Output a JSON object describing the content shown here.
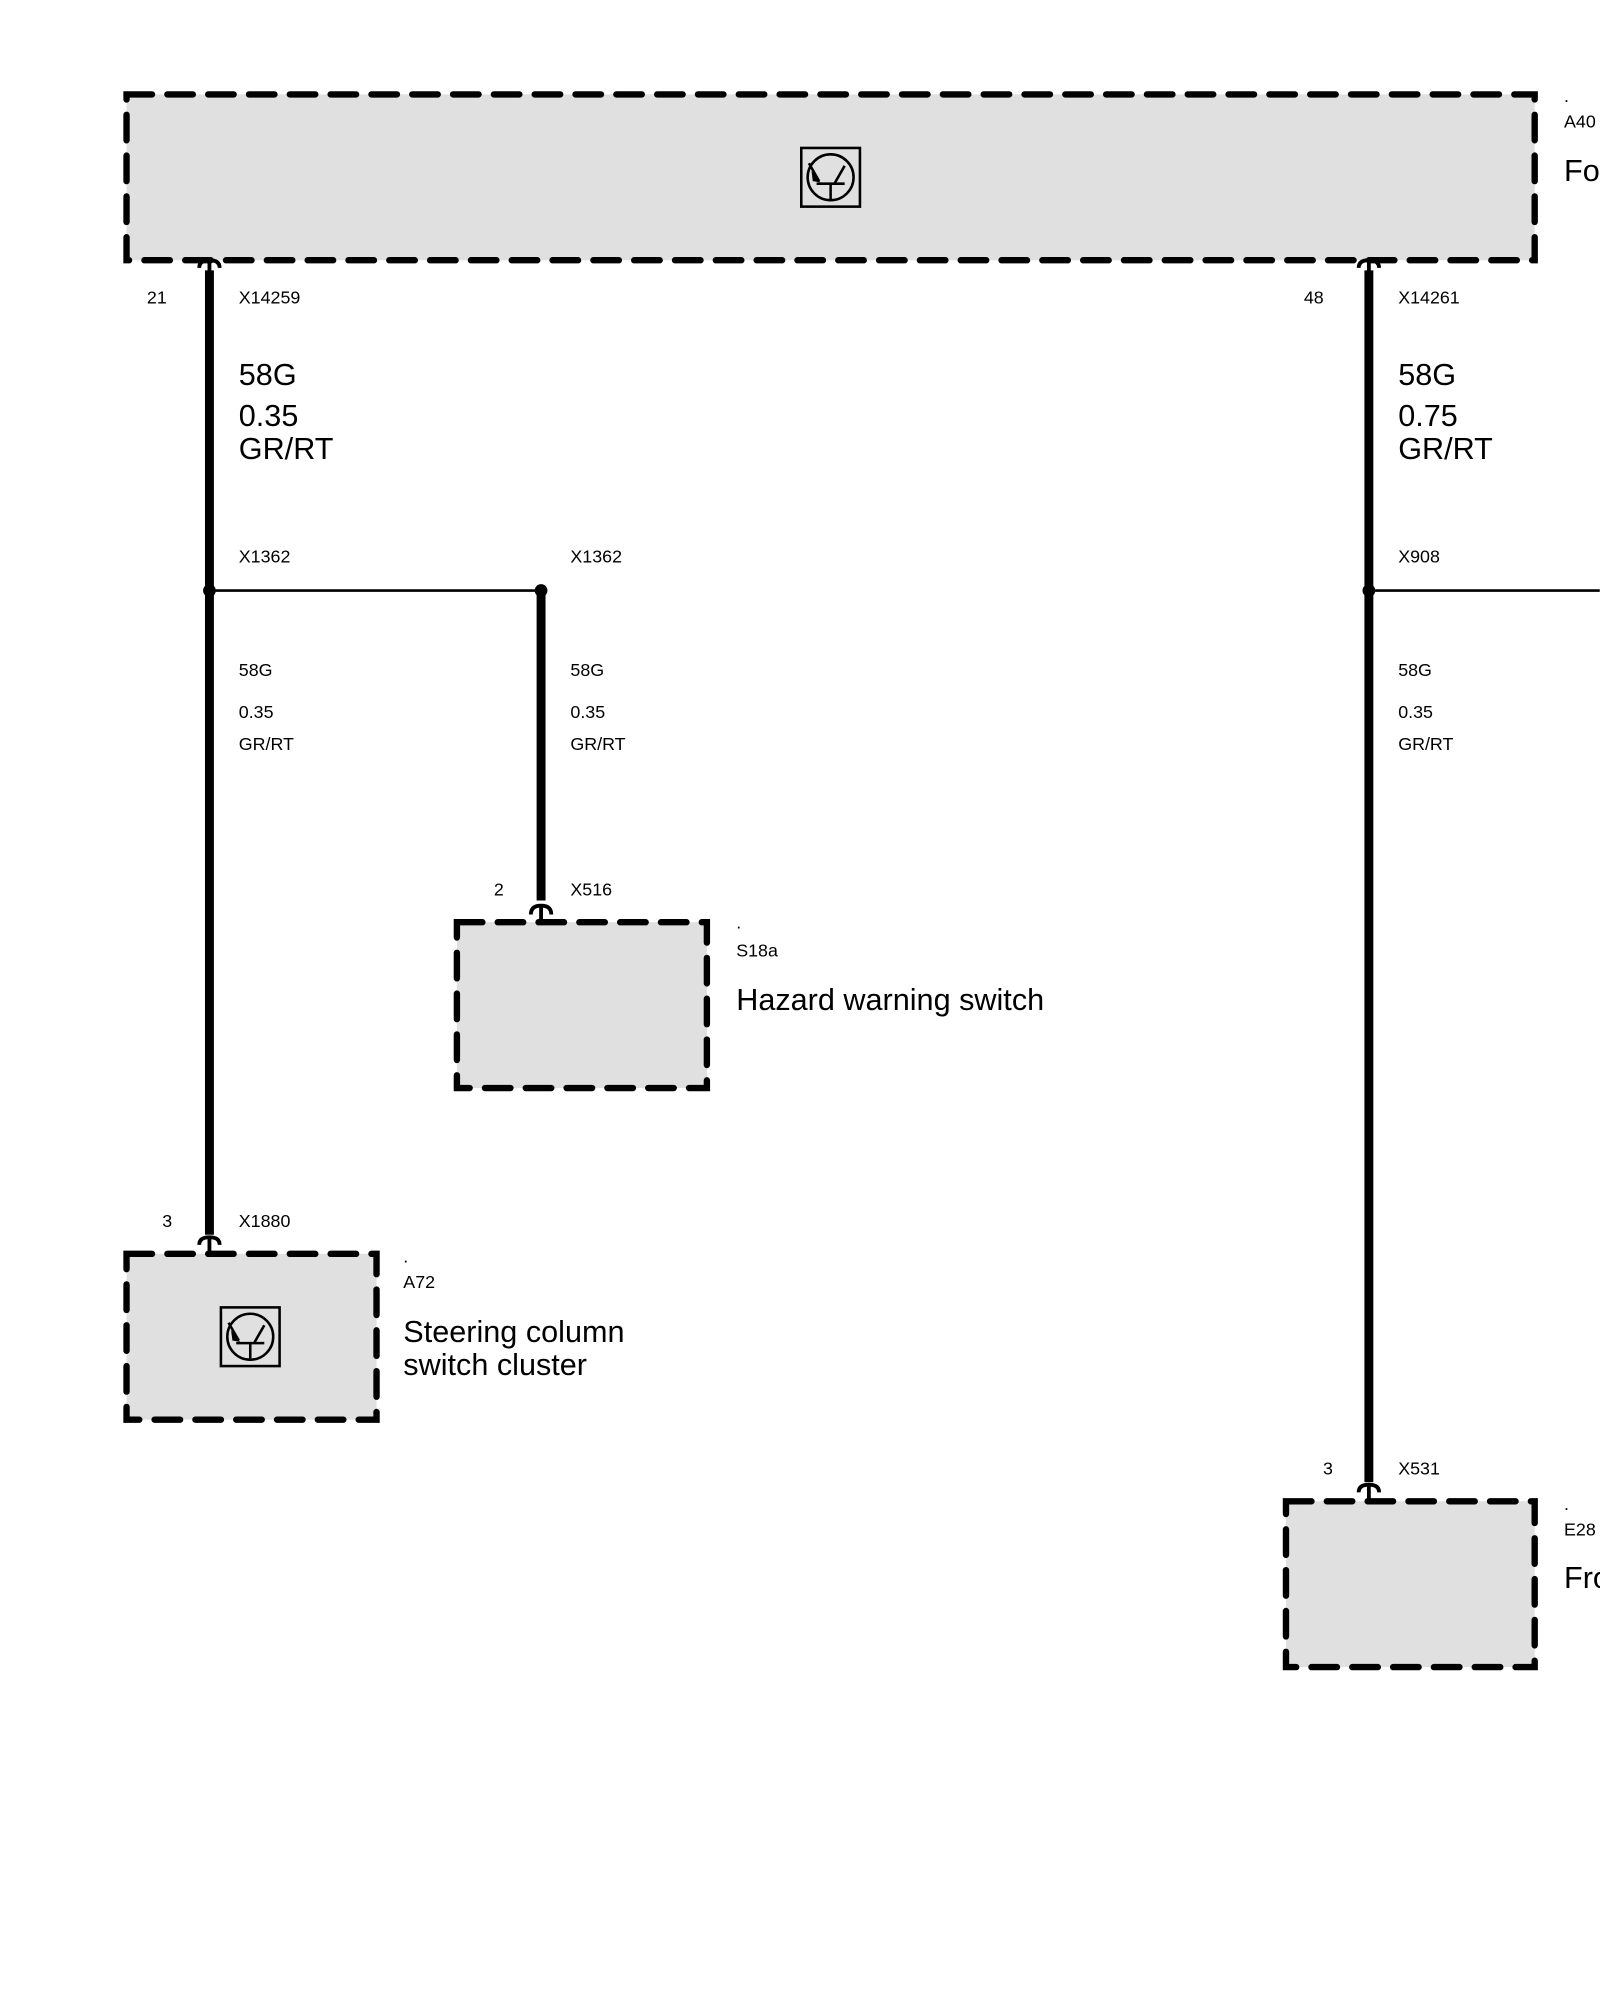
{
  "components": {
    "a401": {
      "dot": ".",
      "id": "A40",
      "name": "Fo"
    },
    "s18a": {
      "dot": ".",
      "id": "S18a",
      "name": "Hazard warning switch"
    },
    "a72": {
      "dot": ".",
      "id": "A72",
      "name_line1": "Steering column",
      "name_line2": "switch cluster"
    },
    "e28": {
      "dot": ".",
      "id": "E28",
      "name": "Fro"
    }
  },
  "wires": {
    "left_main": {
      "pin": "21",
      "connector": "X14259",
      "signal": "58G",
      "gauge": "0.35",
      "color": "GR/RT"
    },
    "right_main": {
      "pin": "48",
      "connector": "X14261",
      "signal": "58G",
      "gauge": "0.75",
      "color": "GR/RT"
    },
    "left_branch": {
      "splice": "X1362",
      "signal": "58G",
      "gauge": "0.35",
      "color": "GR/RT",
      "pin": "3",
      "connector": "X1880"
    },
    "hazard_branch": {
      "splice": "X1362",
      "signal": "58G",
      "gauge": "0.35",
      "color": "GR/RT",
      "pin": "2",
      "connector": "X516"
    },
    "right_branch": {
      "splice": "X908",
      "signal": "58G",
      "gauge": "0.35",
      "color": "GR/RT",
      "pin": "3",
      "connector": "X531"
    }
  }
}
